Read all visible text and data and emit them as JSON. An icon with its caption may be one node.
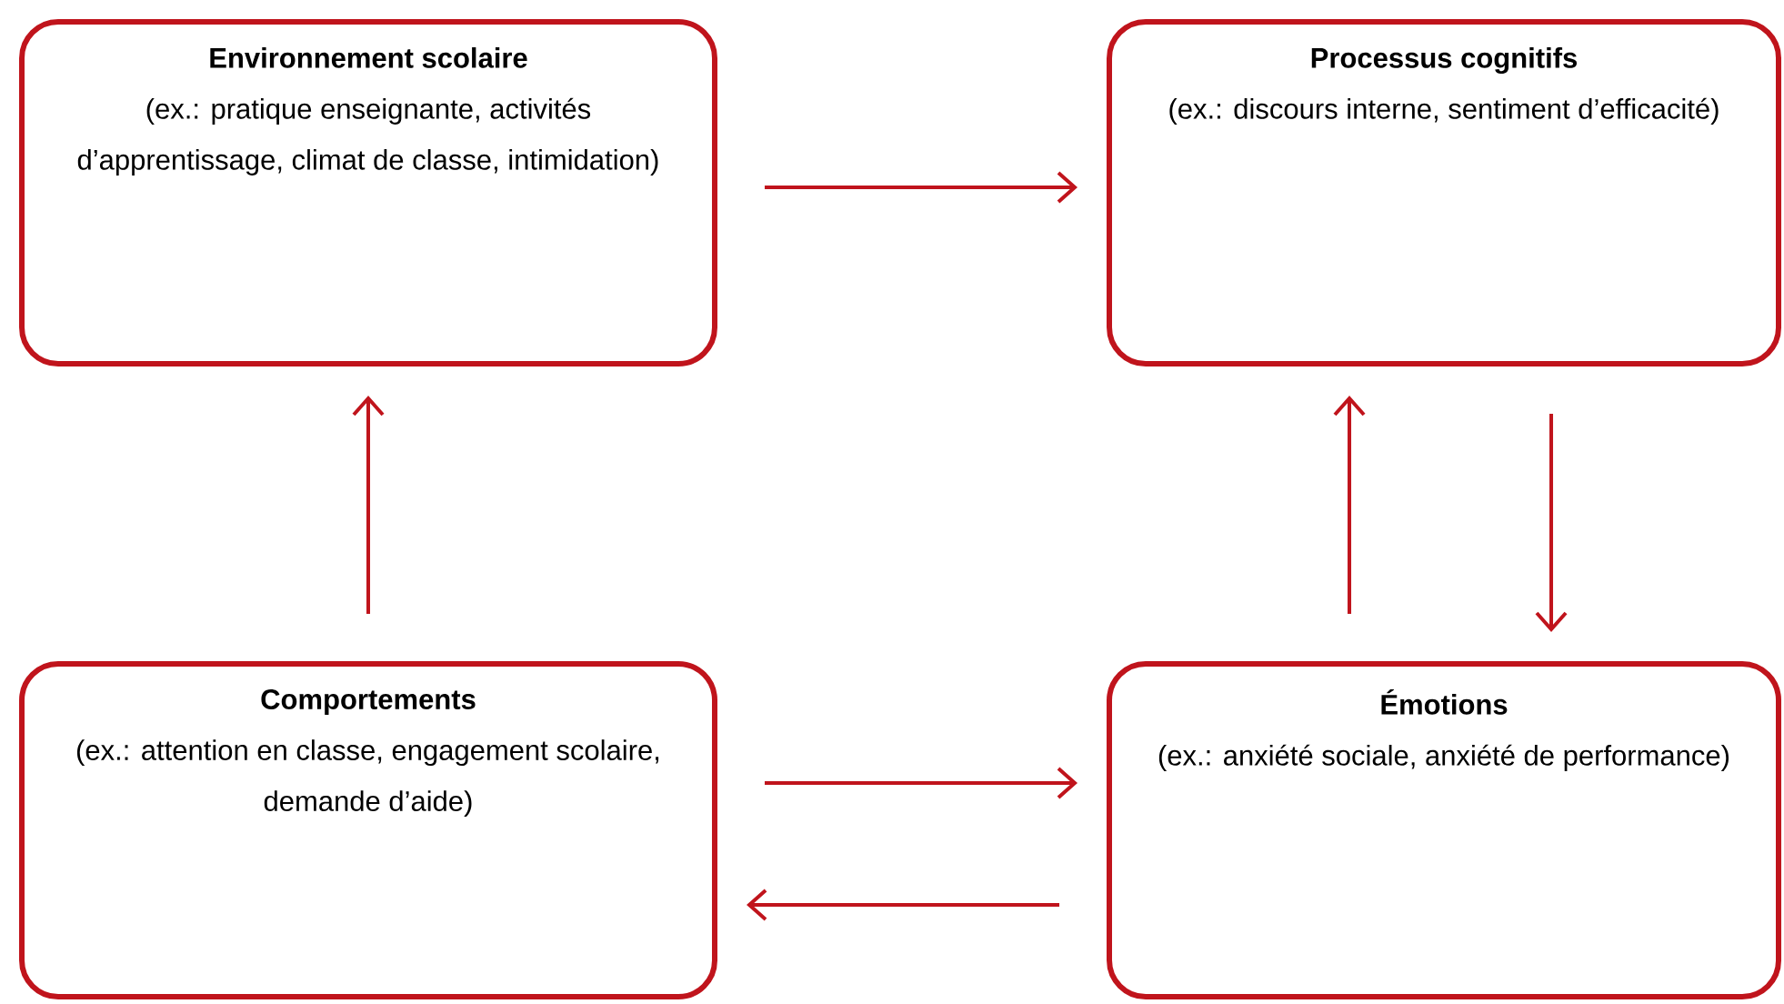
{
  "diagram": {
    "nodes": [
      {
        "text": [
          "Environnement scolaire",
          "(ex.: pratique enseignante, activités d’apprentissage, climat de classe, intimidation)"
        ]
      },
      {
        "text": [
          "Processus cognitifs",
          "(ex.: discours interne, sentiment d’efficacité)"
        ]
      },
      {
        "text": [
          "Comportements",
          "(ex.: attention en classe, engagement scolaire, demande d’aide)"
        ]
      },
      {
        "text": [
          "Émotions",
          "(ex.: anxiété sociale, anxiété de performance)"
        ]
      }
    ],
    "edges": [
      {
        "from": 0,
        "to": 1,
        "arrow": "to"
      },
      {
        "from": 1,
        "to": 3,
        "arrow": "to"
      },
      {
        "from": 3,
        "to": 1,
        "arrow": "to"
      },
      {
        "from": 2,
        "to": 3,
        "arrow": "to"
      },
      {
        "from": 3,
        "to": 2,
        "arrow": "to"
      },
      {
        "from": 2,
        "to": 0,
        "arrow": "to"
      }
    ]
  }
}
